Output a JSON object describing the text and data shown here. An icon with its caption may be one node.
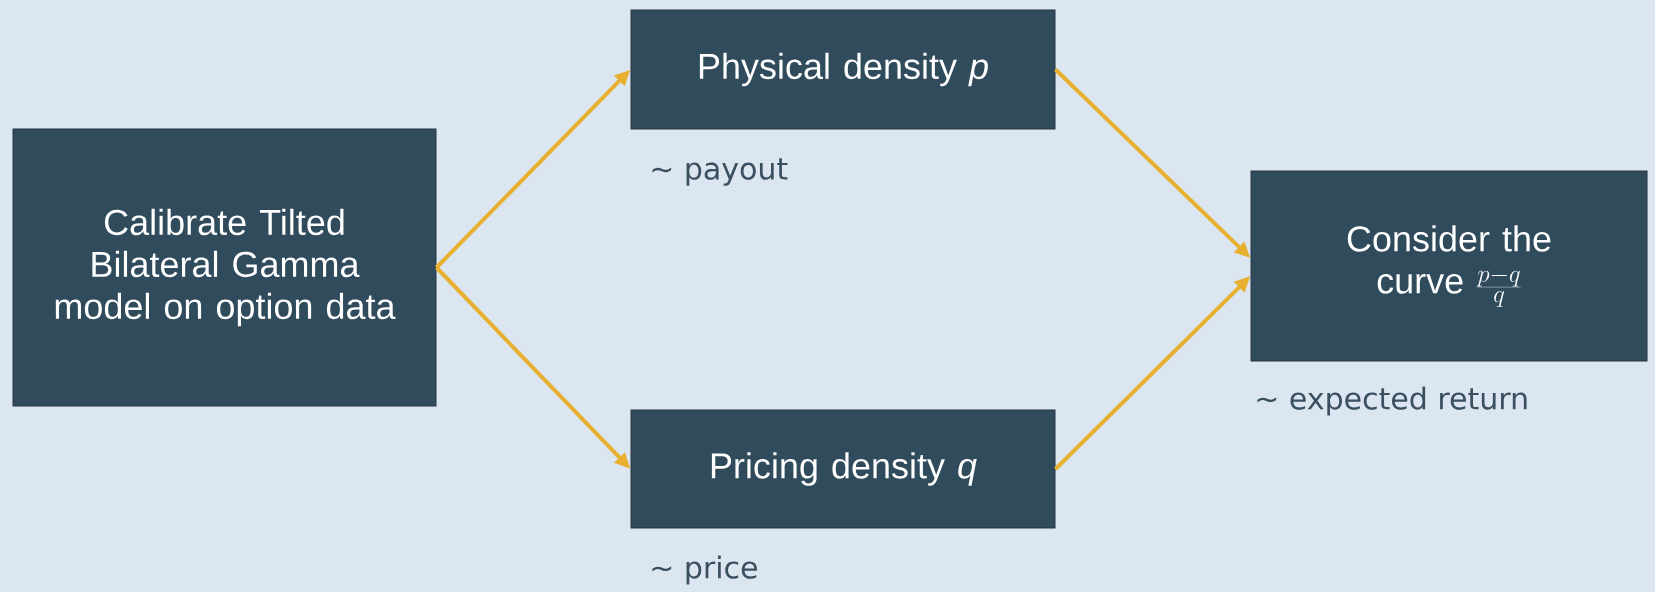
{
  "diagram": {
    "nodes": [
      {
        "text": [
          "Calibrate Tilted Bilateral Gamma model on option data"
        ]
      },
      {
        "text": [
          "Physical density *p*"
        ],
        "beside": [
          "∼ payout"
        ]
      },
      {
        "text": [
          "Pricing density *q*"
        ],
        "beside": [
          "∼ price"
        ]
      },
      {
        "text": [
          "Consider the curve",
          "\\frac{p-q}{q}"
        ],
        "beside": [
          "∼ expected return"
        ]
      }
    ],
    "edges": [
      {
        "from": 0,
        "to": 1,
        "arrow": "to"
      },
      {
        "from": 0,
        "to": 2,
        "arrow": "to"
      },
      {
        "from": 1,
        "to": 3,
        "arrow": "to"
      },
      {
        "from": 2,
        "to": 3,
        "arrow": "to"
      }
    ]
  }
}
